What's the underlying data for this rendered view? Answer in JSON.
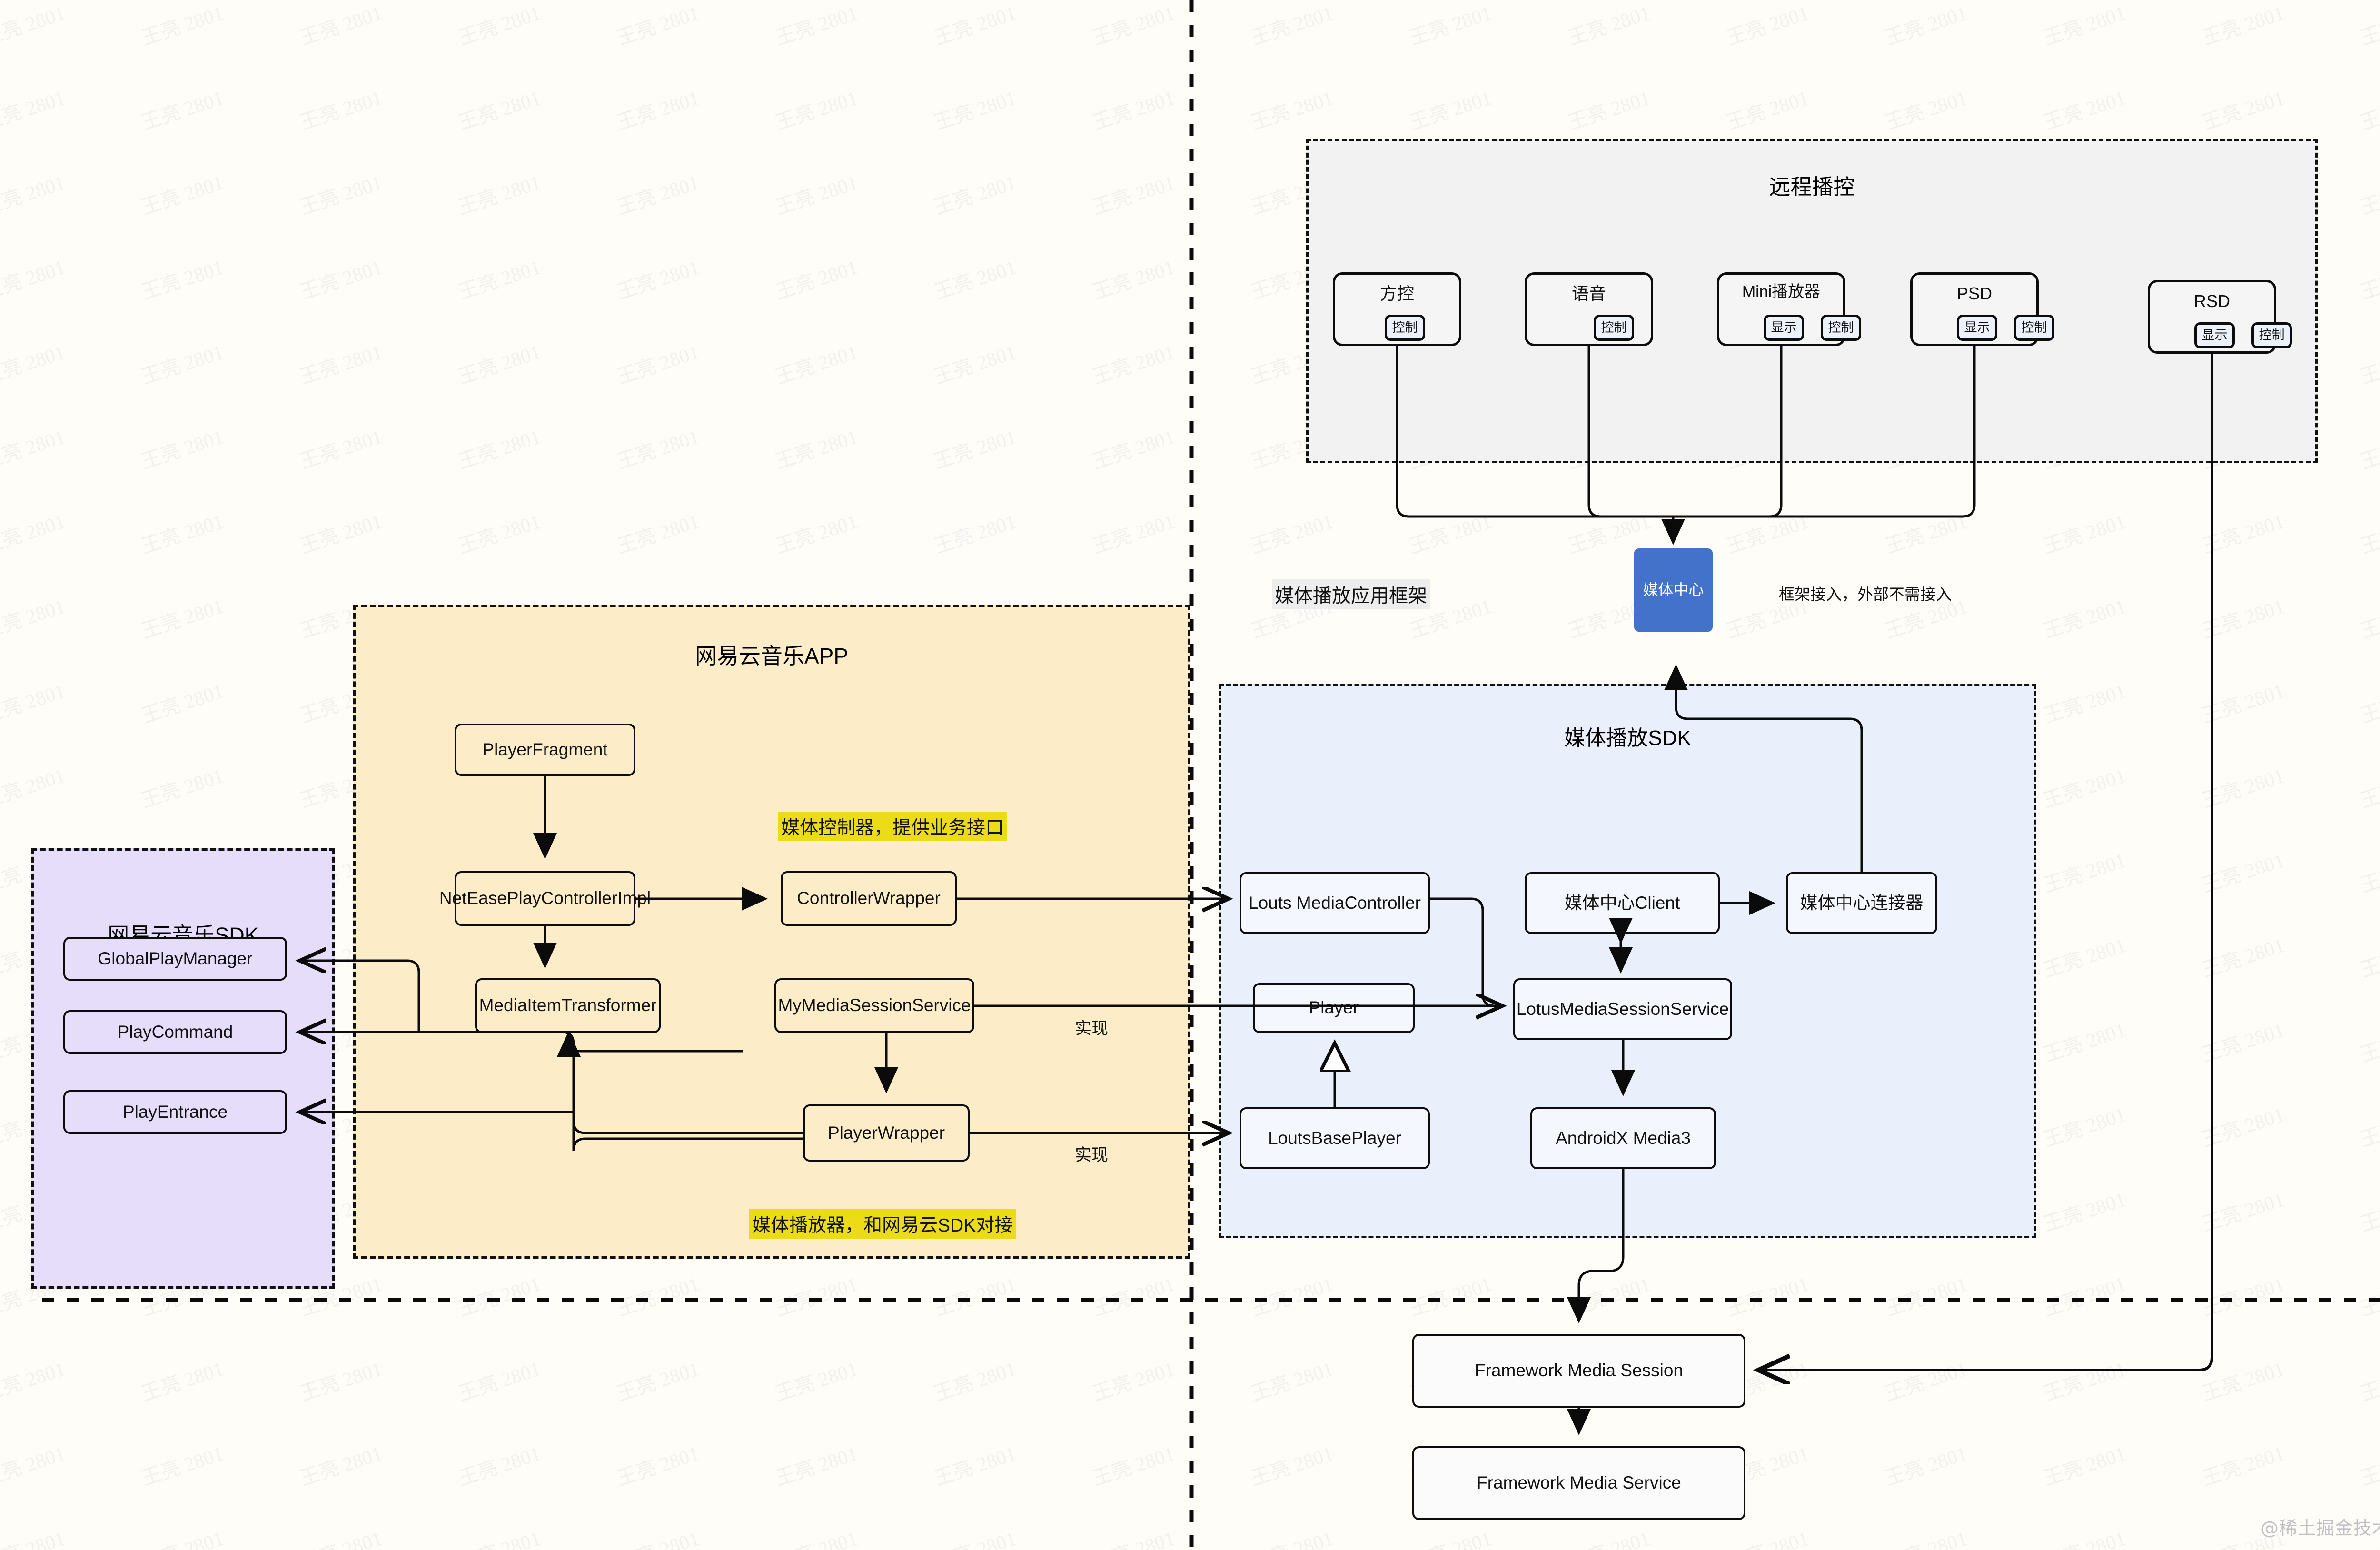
{
  "meta": {
    "watermark_text": "王亮 2801",
    "credit": "@稀土掘金技术社区"
  },
  "groups": {
    "remote": {
      "title": "远程播控"
    },
    "app": {
      "title": "网易云音乐APP"
    },
    "sdk": {
      "title": "媒体播放SDK"
    },
    "ncm_sdk": {
      "title": "网易云音乐SDK"
    }
  },
  "labels": {
    "framework_layer": "媒体播放应用框架",
    "media_center_note": "框架接入，外部不需接入",
    "highlight_controller": "媒体控制器，提供业务接口",
    "highlight_player": "媒体播放器，和网易云SDK对接",
    "impl_1": "实现",
    "impl_2": "实现"
  },
  "remote_nodes": [
    {
      "name": "方控",
      "chips": [
        "控制"
      ]
    },
    {
      "name": "语音",
      "chips": [
        "控制"
      ]
    },
    {
      "name": "Mini播放器",
      "chips": [
        "显示",
        "控制"
      ]
    },
    {
      "name": "PSD",
      "chips": [
        "显示",
        "控制"
      ]
    },
    {
      "name": "RSD",
      "chips": [
        "显示",
        "控制"
      ]
    }
  ],
  "media_center": {
    "label": "媒体中心",
    "color": "#4272c9"
  },
  "app_nodes": {
    "player_fragment": "PlayerFragment",
    "netease_play_controller_impl": "NetEasePlayControllerImpl",
    "controller_wrapper": "ControllerWrapper",
    "media_item_transformer": "MediaItemTransformer",
    "my_media_session_service": "MyMediaSessionService",
    "player_wrapper": "PlayerWrapper"
  },
  "ncm_sdk_nodes": {
    "global_play_manager": "GlobalPlayManager",
    "play_command": "PlayCommand",
    "play_entrance": "PlayEntrance"
  },
  "sdk_nodes": {
    "louts_media_controller": "Louts MediaController",
    "media_center_client": "媒体中心Client",
    "media_center_connector": "媒体中心连接器",
    "player": "Player",
    "lotus_media_session_service": "LotusMediaSessionService",
    "louts_base_player": "LoutsBasePlayer",
    "androidx_media3": "AndroidX Media3"
  },
  "framework_nodes": {
    "framework_media_session": "Framework Media Session",
    "framework_media_service": "Framework Media Service"
  },
  "colors": {
    "remote_bg": "#f2f2f2",
    "app_bg": "#fdecc8",
    "sdk_bg": "#e9effb",
    "ncm_bg": "#e6ddfb",
    "highlight": "#ecdc18",
    "accent_blue": "#4272c9"
  }
}
